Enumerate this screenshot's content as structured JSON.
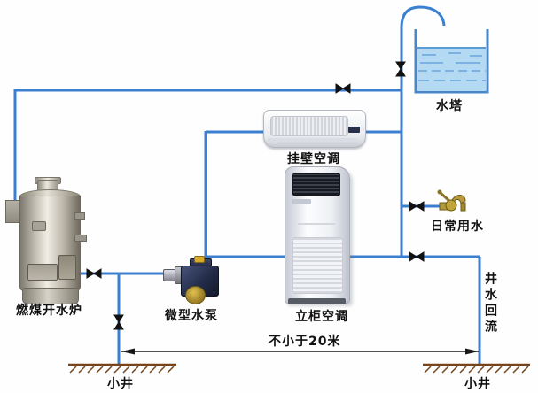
{
  "labels": {
    "boiler": "燃煤开水炉",
    "pump": "微型水泵",
    "wall_ac": "挂壁空调",
    "floor_ac": "立柜空调",
    "water_tower": "水塔",
    "daily_water": "日常用水",
    "well_return": "井水回流",
    "min_distance": "不小于20米",
    "well_left": "小井",
    "well_right": "小井"
  },
  "colors": {
    "pipe": "#3b7fd0",
    "valve": "#111111",
    "tank_wall": "#4a86c8",
    "water_fill": "#b4d9f2",
    "water_line": "#5b9bd5",
    "ground": "#7a4418",
    "dimension": "#1a1a1a",
    "faucet_gold": "#b89b3e"
  }
}
